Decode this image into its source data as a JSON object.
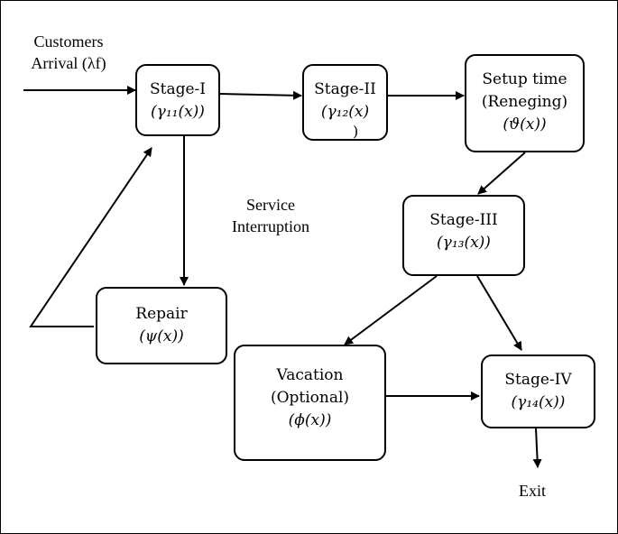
{
  "labels": {
    "arrival_line1": "Customers",
    "arrival_line2": "Arrival (λf)",
    "interrupt_line1": "Service",
    "interrupt_line2": "Interruption",
    "exit": "Exit"
  },
  "nodes": {
    "stage1": {
      "title": "Stage-I",
      "rate": "(γ₁₁(x))"
    },
    "stage2": {
      "title": "Stage-II",
      "rate": "(γ₁₂(x)",
      "rate_close": ")"
    },
    "setup": {
      "title": "Setup time",
      "subtitle": "(Reneging)",
      "rate": "(ϑ(x))"
    },
    "stage3": {
      "title": "Stage-III",
      "rate": "(γ₁₃(x))"
    },
    "repair": {
      "title": "Repair",
      "rate": "(ψ(x))"
    },
    "vacation": {
      "title": "Vacation",
      "subtitle": "(Optional)",
      "rate": "(ϕ(x))"
    },
    "stage4": {
      "title": "Stage-IV",
      "rate": "(γ₁₄(x))"
    }
  }
}
